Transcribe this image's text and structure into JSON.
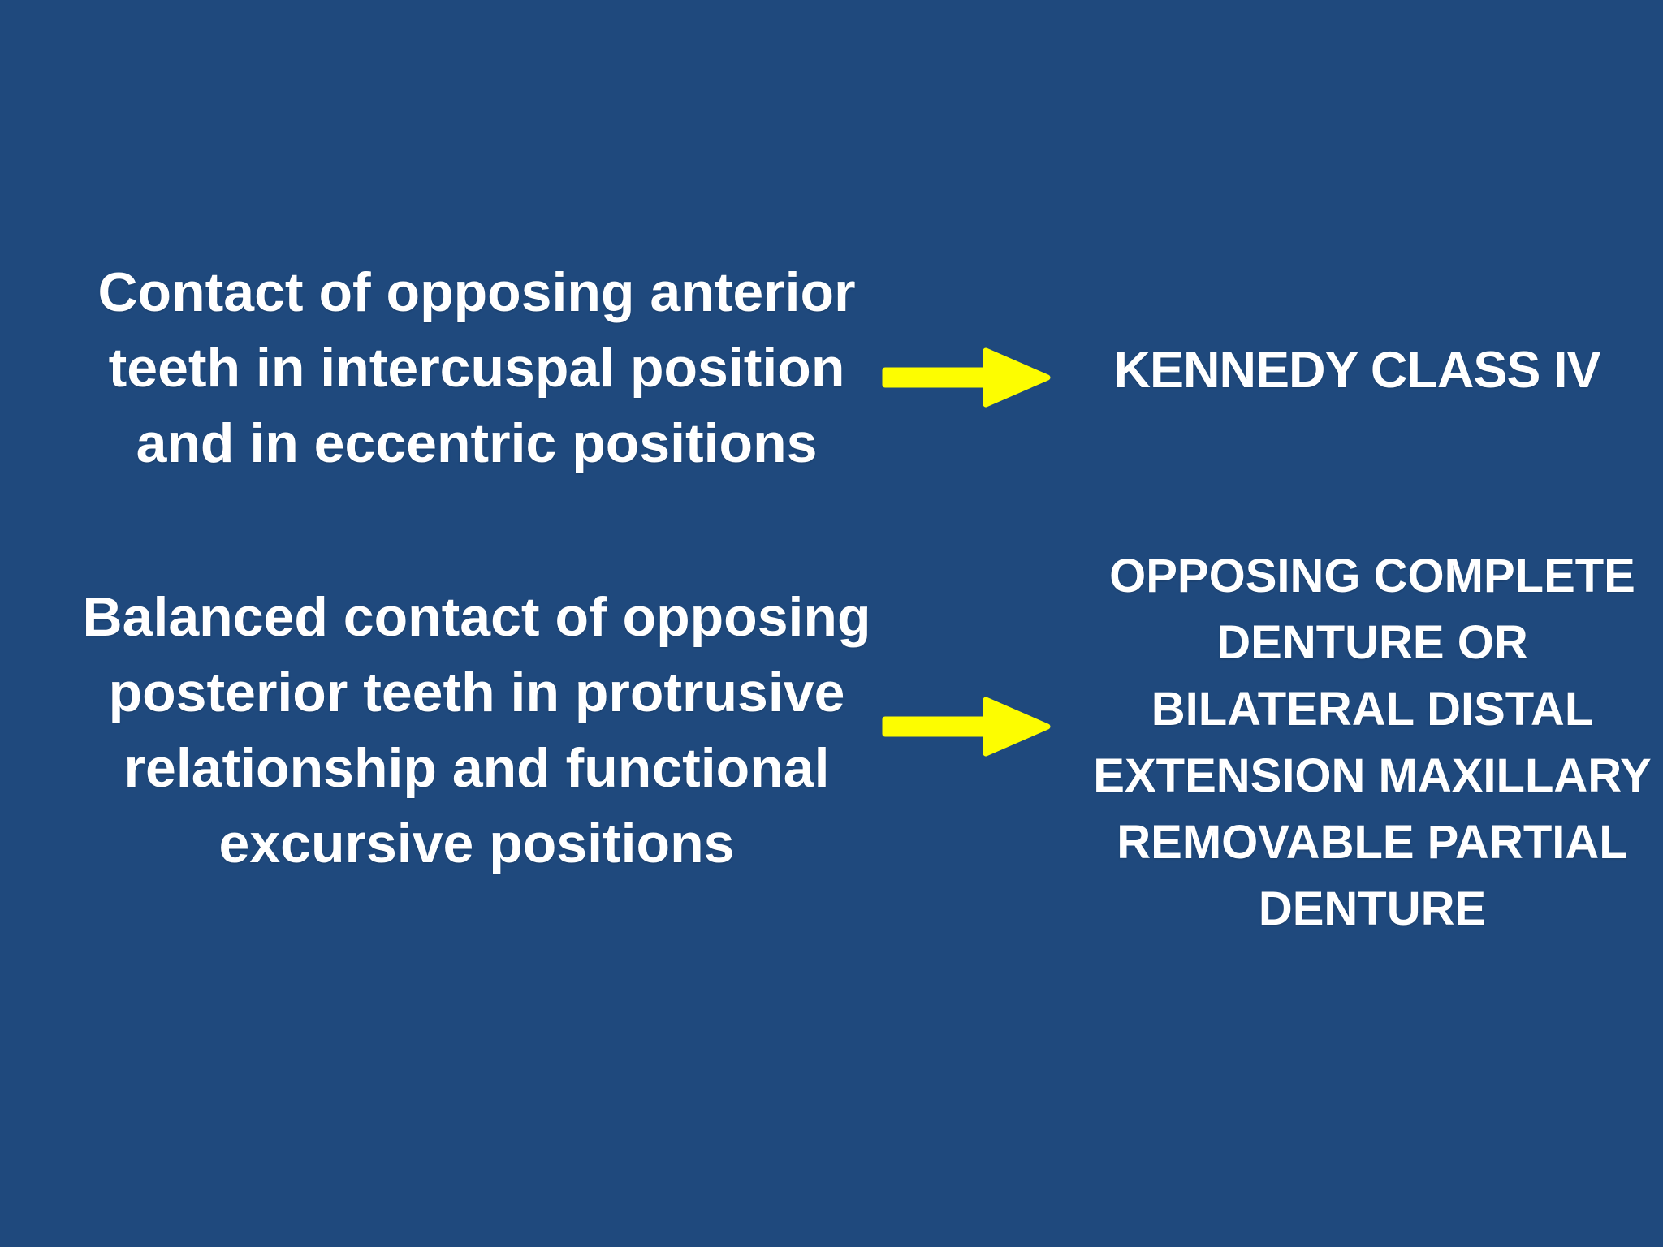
{
  "slide": {
    "background_color": "#1F497D",
    "text_color": "#FFFFFF",
    "arrow_color": "#FDFD00",
    "rows": [
      {
        "left_lines": [
          "Contact of opposing anterior",
          "teeth in intercuspal position",
          "and in eccentric positions"
        ],
        "arrow": "right-arrow",
        "right_lines": [
          "KENNEDY CLASS IV"
        ]
      },
      {
        "left_lines": [
          "Balanced contact of opposing",
          "posterior teeth in protrusive",
          "relationship and functional",
          "excursive positions"
        ],
        "arrow": "right-arrow",
        "right_lines": [
          "OPPOSING COMPLETE",
          "DENTURE OR",
          "BILATERAL DISTAL",
          "EXTENSION MAXILLARY",
          "REMOVABLE PARTIAL",
          "DENTURE"
        ]
      }
    ]
  }
}
